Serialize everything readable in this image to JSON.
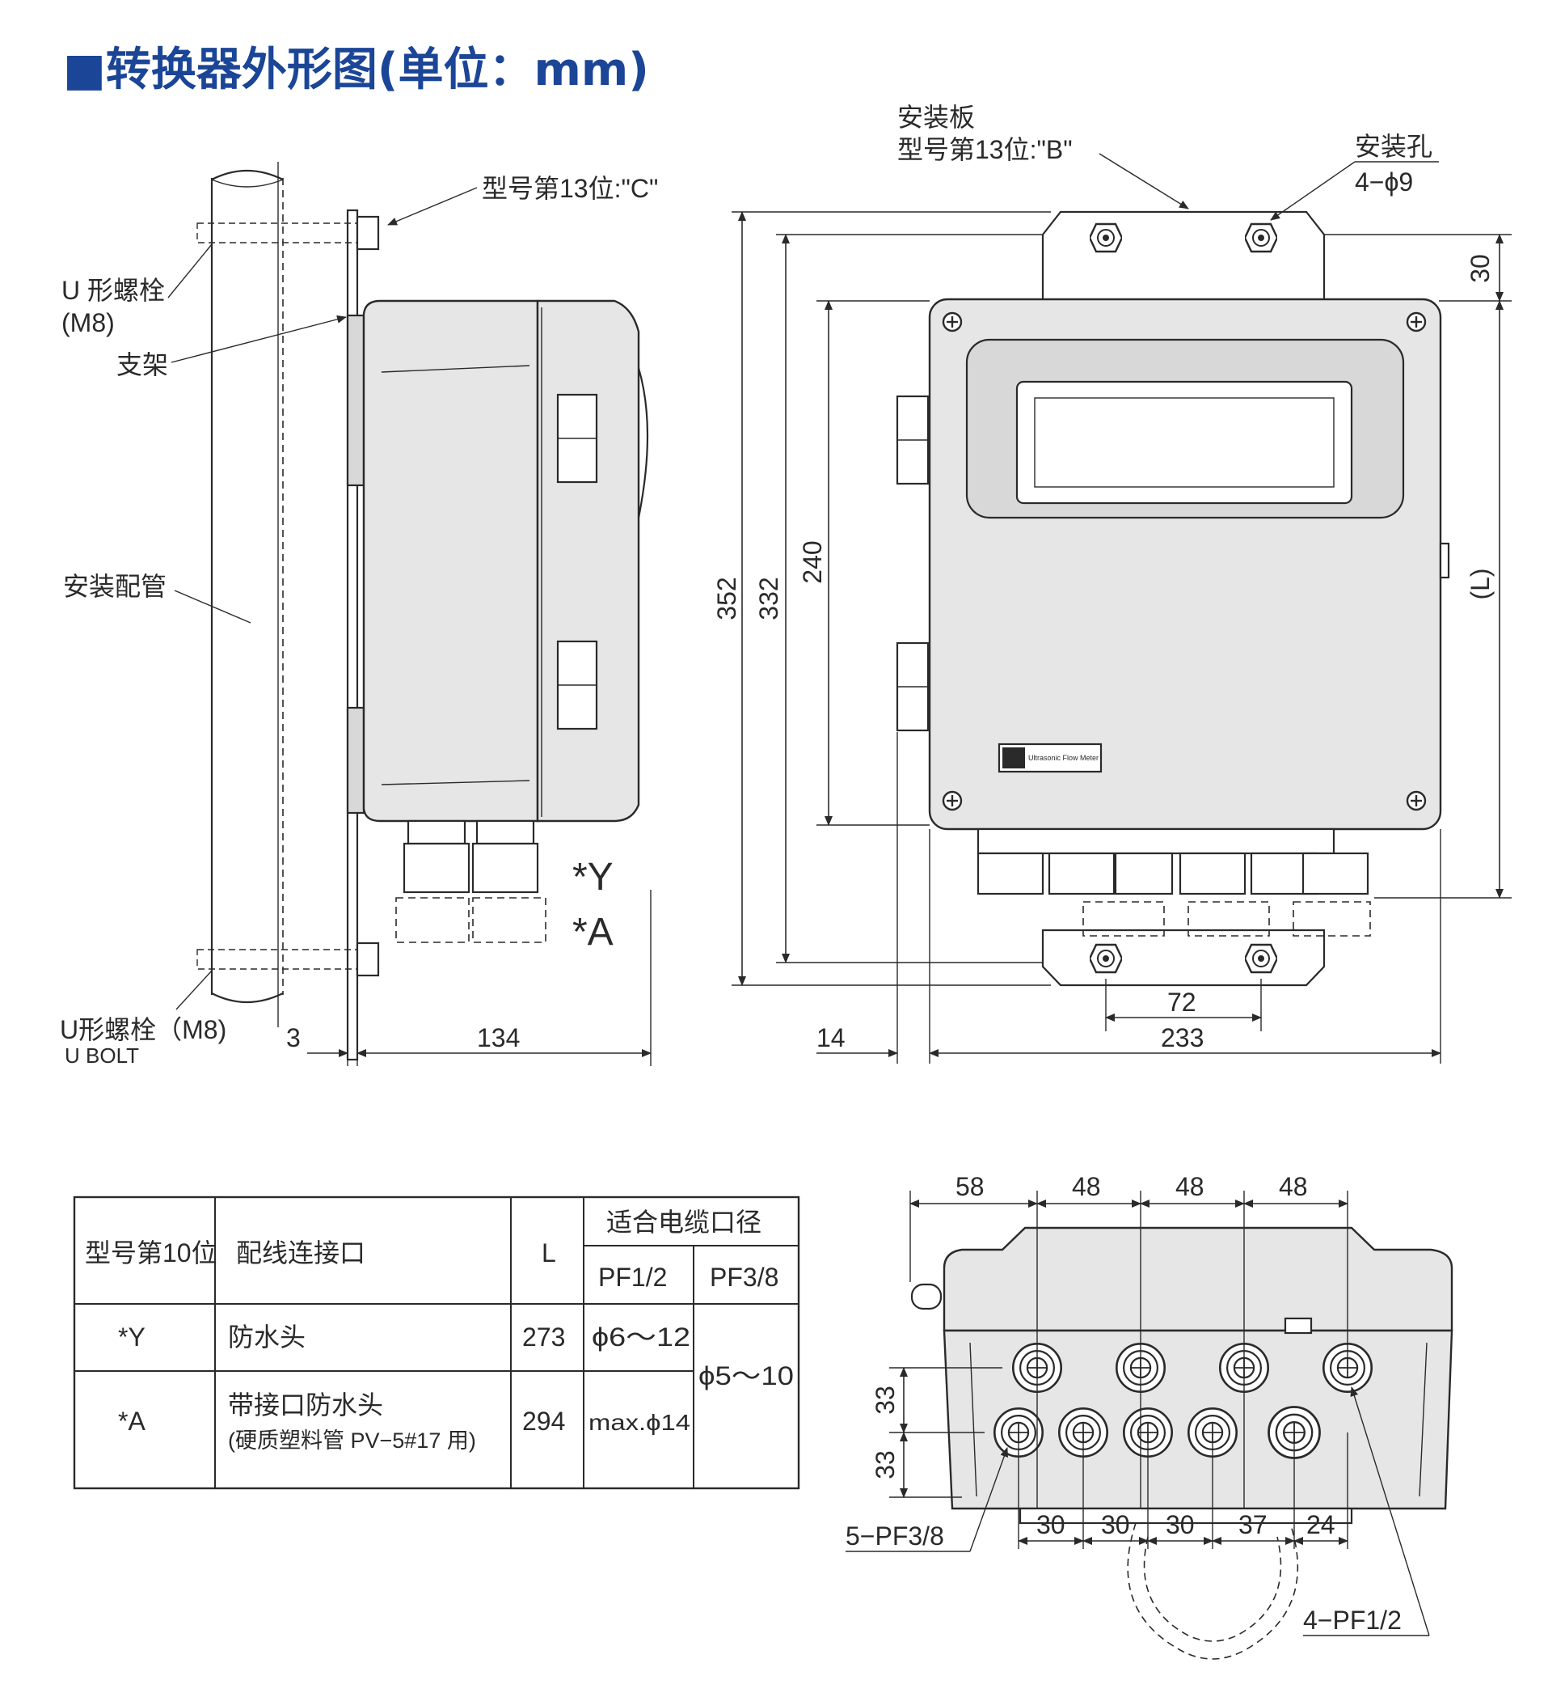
{
  "title": "■转换器外形图(单位：mm)",
  "side_view": {
    "label_model13_c": "型号第13位:\"C\"",
    "label_u_bolt_top": "U 形螺栓",
    "label_u_bolt_top_size": "(M8)",
    "label_bracket": "支架",
    "label_pipe": "安装配管",
    "label_u_bolt_bottom": "U形螺栓（M8)",
    "label_u_bolt_en": "U BOLT",
    "mark_y": "*Y",
    "mark_a": "*A",
    "dim_3": "3",
    "dim_134": "134"
  },
  "front_view": {
    "label_plate": "安装板",
    "label_model13_b": "型号第13位:\"B\"",
    "label_hole": "安装孔",
    "label_hole_spec": "4−ϕ9",
    "dim_30": "30",
    "dim_352": "352",
    "dim_332": "332",
    "dim_240": "240",
    "dim_L": "(L)",
    "dim_72": "72",
    "dim_14": "14",
    "dim_233": "233",
    "nameplate": "Ultrasonic Flow Meter"
  },
  "table": {
    "headers": {
      "pos10": "型号第10位",
      "port": "配线连接口",
      "L": "L",
      "cable": "适合电缆口径",
      "pf12": "PF1/2",
      "pf38": "PF3/8"
    },
    "rows": [
      {
        "code": "*Y",
        "port": "防水头",
        "L": "273",
        "pf12": "ϕ6～12"
      },
      {
        "code": "*A",
        "port": "带接口防水头",
        "port_note": "(硬质塑料管 PV−5#17 用)",
        "L": "294",
        "pf12": "max.ϕ14"
      }
    ],
    "pf38_value": "ϕ5～10"
  },
  "bottom_view": {
    "dim_58": "58",
    "dim_48a": "48",
    "dim_48b": "48",
    "dim_48c": "48",
    "dim_33a": "33",
    "dim_33b": "33",
    "dim_30a": "30",
    "dim_30b": "30",
    "dim_30c": "30",
    "dim_37": "37",
    "dim_24": "24",
    "label_pf38": "5−PF3/8",
    "label_pf12": "4−PF1/2"
  }
}
